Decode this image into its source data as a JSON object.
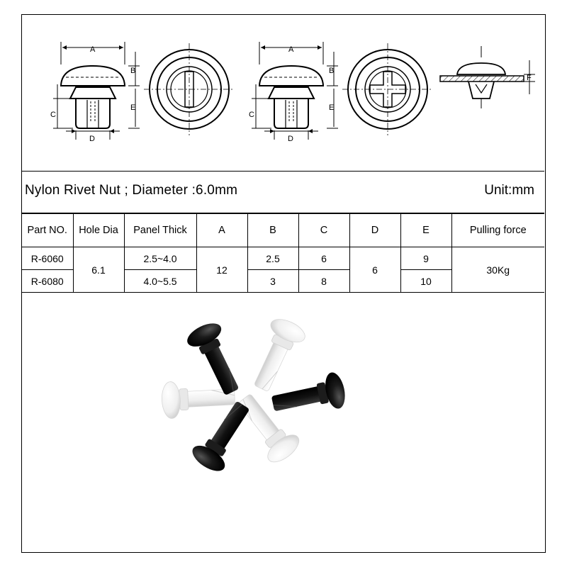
{
  "title": "Nylon Rivet Nut ; Diameter :6.0mm",
  "unit": "Unit:mm",
  "diagram_labels": {
    "a": "A",
    "b": "B",
    "c": "C",
    "d": "D",
    "e": "E",
    "f": "F"
  },
  "table": {
    "headers": [
      "Part NO.",
      "Hole Dia",
      "Panel Thick",
      "A",
      "B",
      "C",
      "D",
      "E",
      "Pulling force"
    ],
    "rows": [
      {
        "part_no": "R-6060",
        "panel_thick": "2.5~4.0",
        "b": "2.5",
        "c": "6",
        "e": "9"
      },
      {
        "part_no": "R-6080",
        "panel_thick": "4.0~5.5",
        "b": "3",
        "c": "8",
        "e": "10"
      }
    ],
    "shared": {
      "hole_dia": "6.1",
      "a": "12",
      "d": "6",
      "pulling_force": "30Kg"
    }
  },
  "colors": {
    "black_rivet": "#141414",
    "white_rivet": "#f4f4f4",
    "line": "#000000"
  }
}
